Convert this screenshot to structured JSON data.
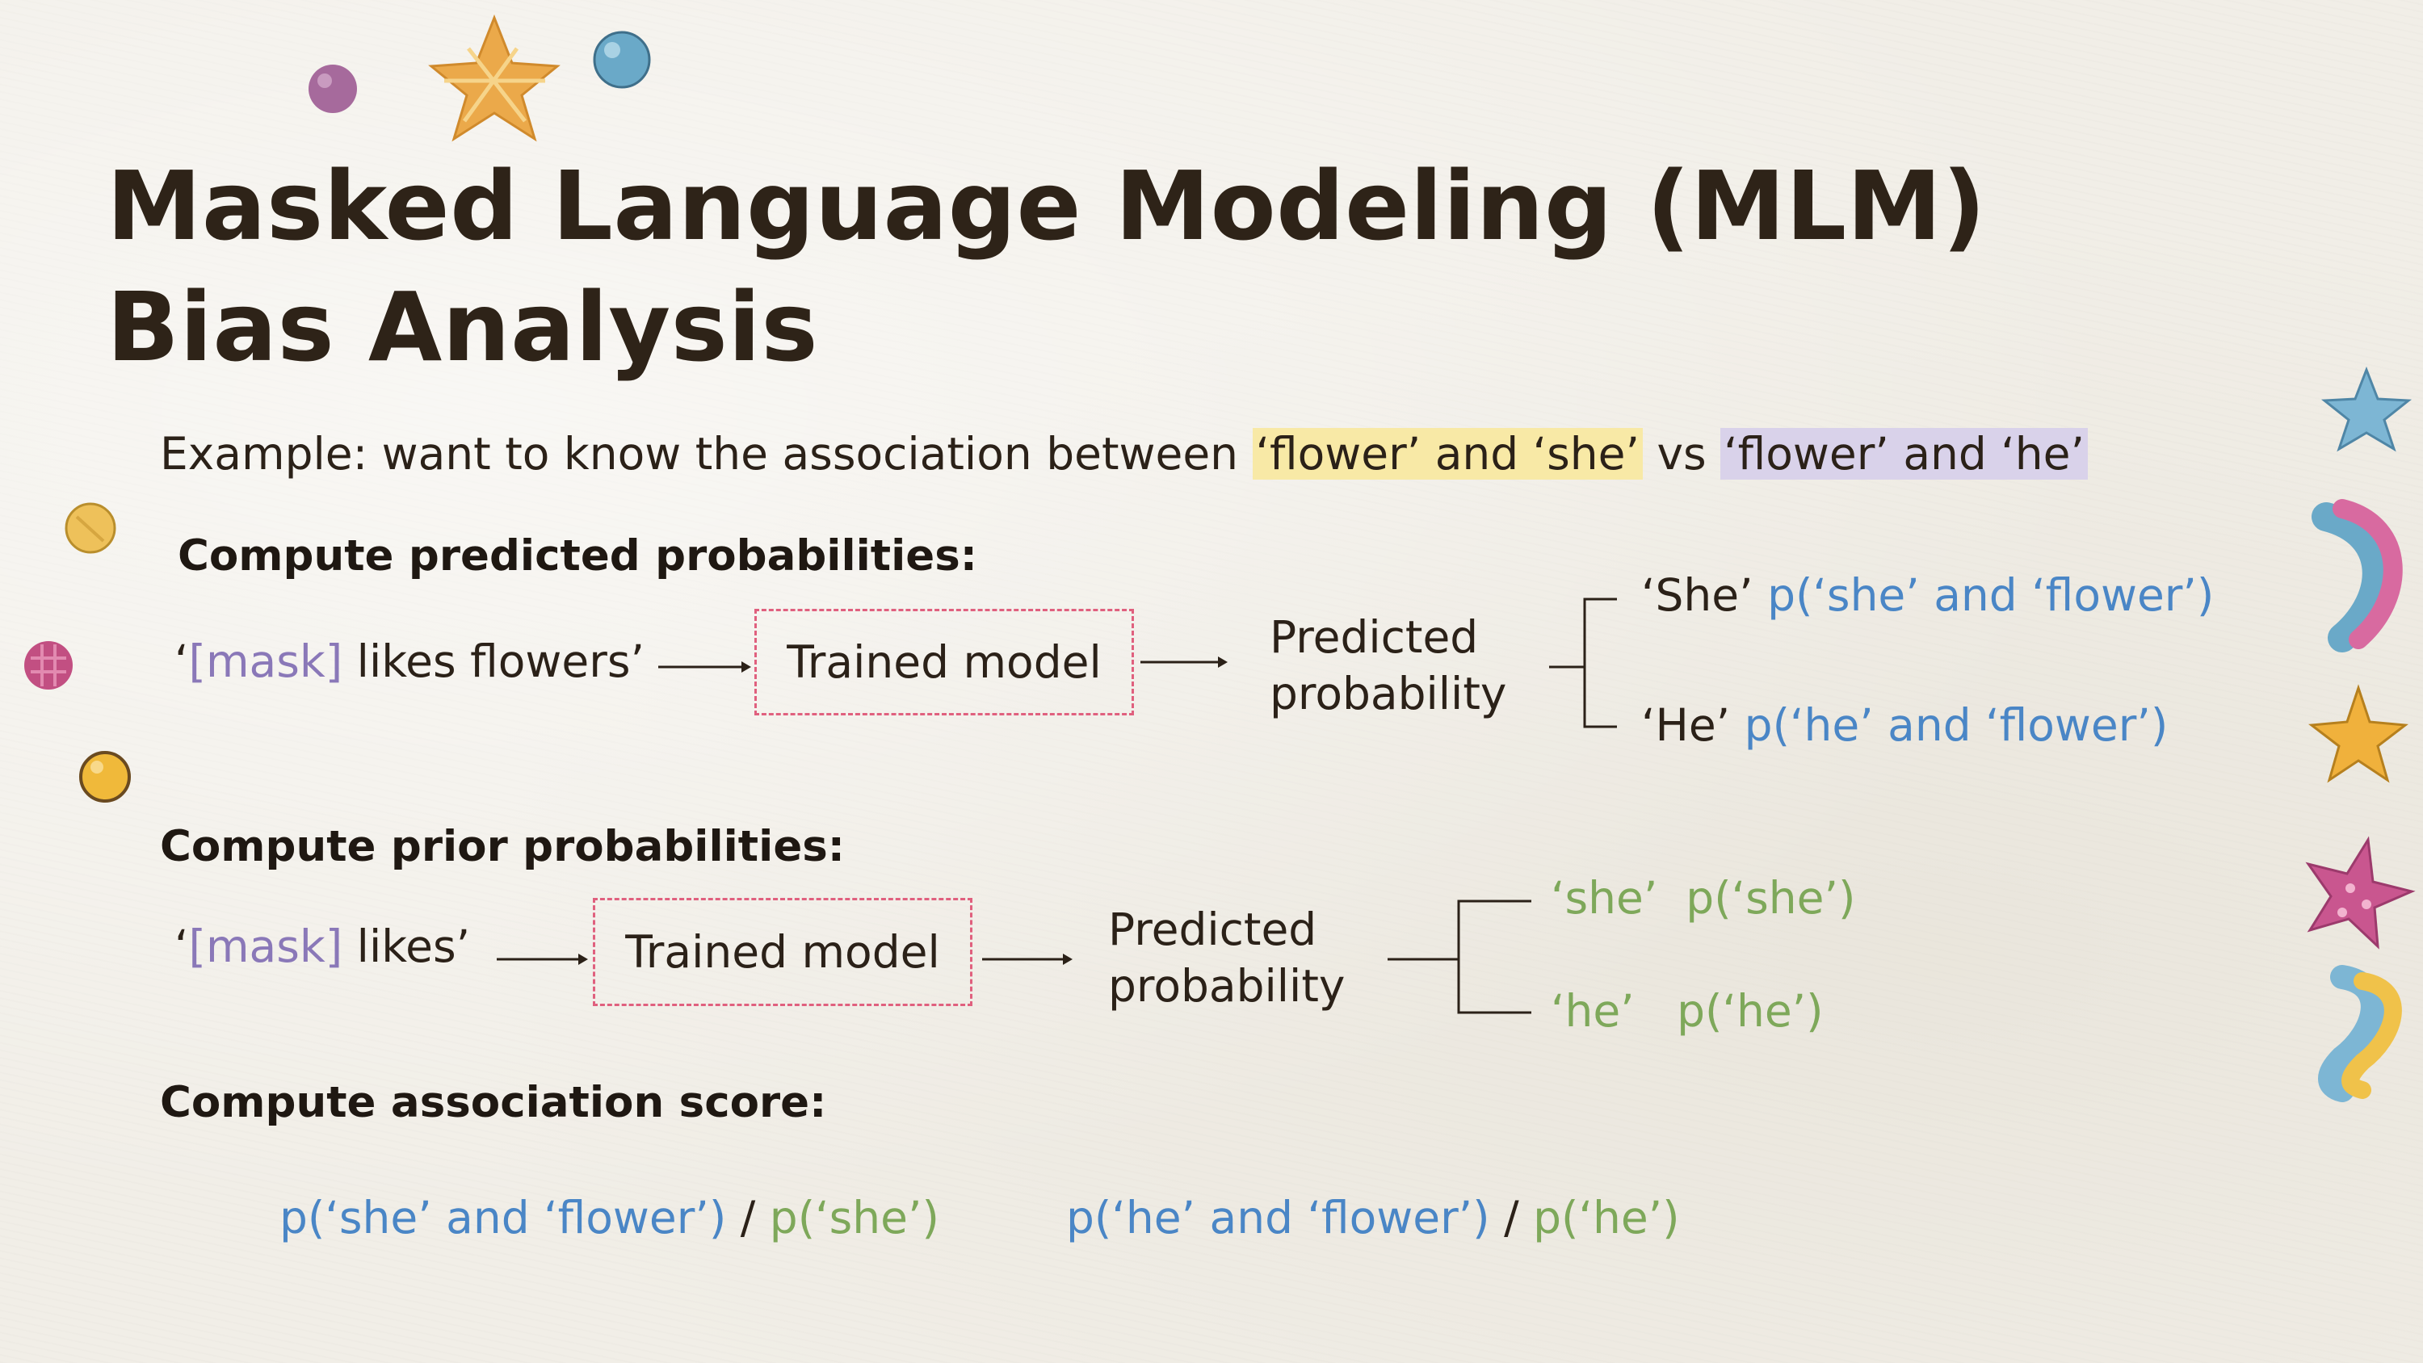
{
  "title_line1": "Masked Language Modeling (MLM)",
  "title_line2": "Bias Analysis",
  "example": {
    "prefix": "Example: want to know the association between ",
    "highlight1": "‘flower’ and ‘she’",
    "middle": " vs ",
    "highlight2": "‘flower’ and ‘he’"
  },
  "section1": {
    "heading": "Compute predicted probabilities:",
    "input_open": "‘",
    "input_mask": "[mask]",
    "input_rest": " likes flowers’",
    "model_label": "Trained model",
    "pred_line1": "Predicted",
    "pred_line2": "probability",
    "out1_word": "‘She’",
    "out1_prob": "p(‘she’ and ‘flower’)",
    "out2_word": "‘He’",
    "out2_prob": "p(‘he’ and ‘flower’)"
  },
  "section2": {
    "heading": "Compute prior probabilities:",
    "input_open": "‘",
    "input_mask": "[mask]",
    "input_rest": " likes’",
    "model_label": "Trained model",
    "pred_line1": "Predicted",
    "pred_line2": "probability",
    "out1_word": "‘she’",
    "out1_prob": "p(‘she’)",
    "out2_word": "‘he’",
    "out2_prob": "p(‘he’)"
  },
  "section3": {
    "heading": "Compute association score:",
    "score1_num": "p(‘she’ and ‘flower’)",
    "score1_slash": " / ",
    "score1_den": "p(‘she’)",
    "score2_num": "p(‘he’ and ‘flower’)",
    "score2_slash": " / ",
    "score2_den": "p(‘he’)"
  },
  "colors": {
    "mask": "#8a78b8",
    "blue": "#4a86c6",
    "green": "#7ea85a",
    "highlight_yellow": "#f8e9a6",
    "highlight_purple": "#d9d2ea",
    "box_border": "#e0607e"
  },
  "decorations": [
    "purple-bead-icon",
    "plaid-star-icon",
    "blue-bead-icon",
    "blue-star-icon",
    "pink-wave-ribbon-icon",
    "gold-star-icon",
    "pink-polka-star-icon",
    "blue-yellow-wave-ribbon-icon",
    "yellow-bead-icon",
    "pink-plaid-bead-icon",
    "gold-bead-icon"
  ]
}
